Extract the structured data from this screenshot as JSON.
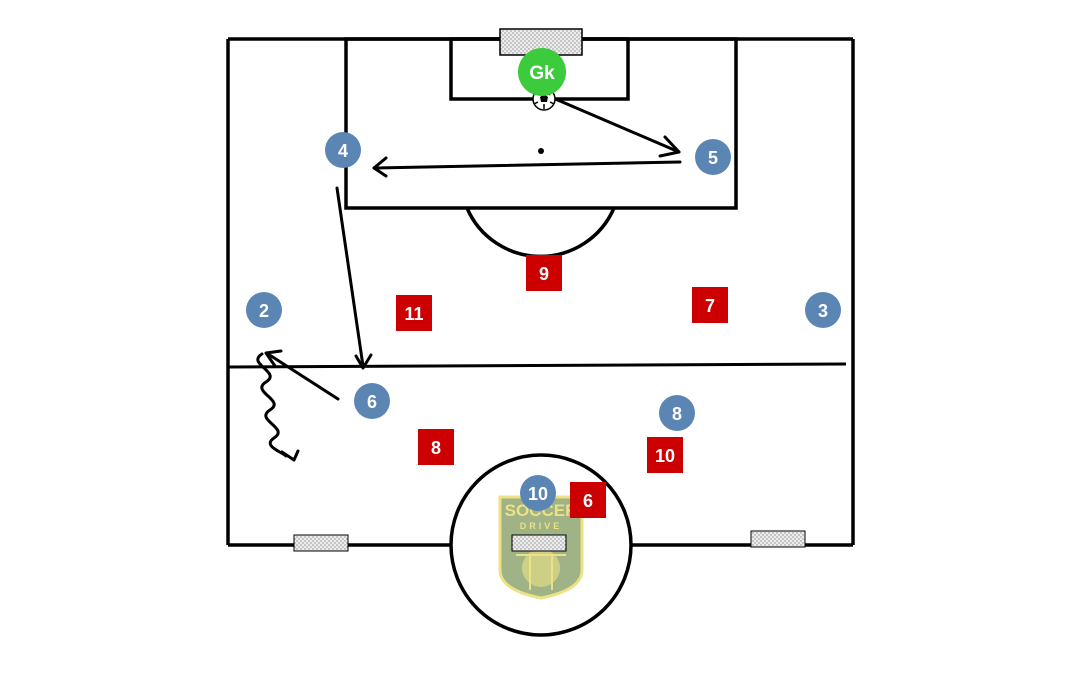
{
  "diagram": {
    "colors": {
      "pitch_line": "#000000",
      "background": "#ffffff",
      "team_blue": "#5b86b4",
      "team_red": "#cc0000",
      "goalkeeper": "#3ccb3c",
      "goal_net": "#e6e6e6",
      "logo_green": "#8fa673",
      "logo_yellow": "#e9de6f"
    },
    "goalkeeper": {
      "label": "Gk"
    },
    "blue_players": [
      {
        "number": "4"
      },
      {
        "number": "5"
      },
      {
        "number": "2"
      },
      {
        "number": "3"
      },
      {
        "number": "6"
      },
      {
        "number": "8"
      },
      {
        "number": "10"
      }
    ],
    "red_players": [
      {
        "number": "9"
      },
      {
        "number": "11"
      },
      {
        "number": "7"
      },
      {
        "number": "8"
      },
      {
        "number": "10"
      },
      {
        "number": "6"
      }
    ],
    "logo": {
      "line1": "SOCCER",
      "line2": "DRIVE"
    },
    "icons": {
      "ball": "soccer-ball-icon",
      "goal": "goal-net-icon"
    }
  }
}
